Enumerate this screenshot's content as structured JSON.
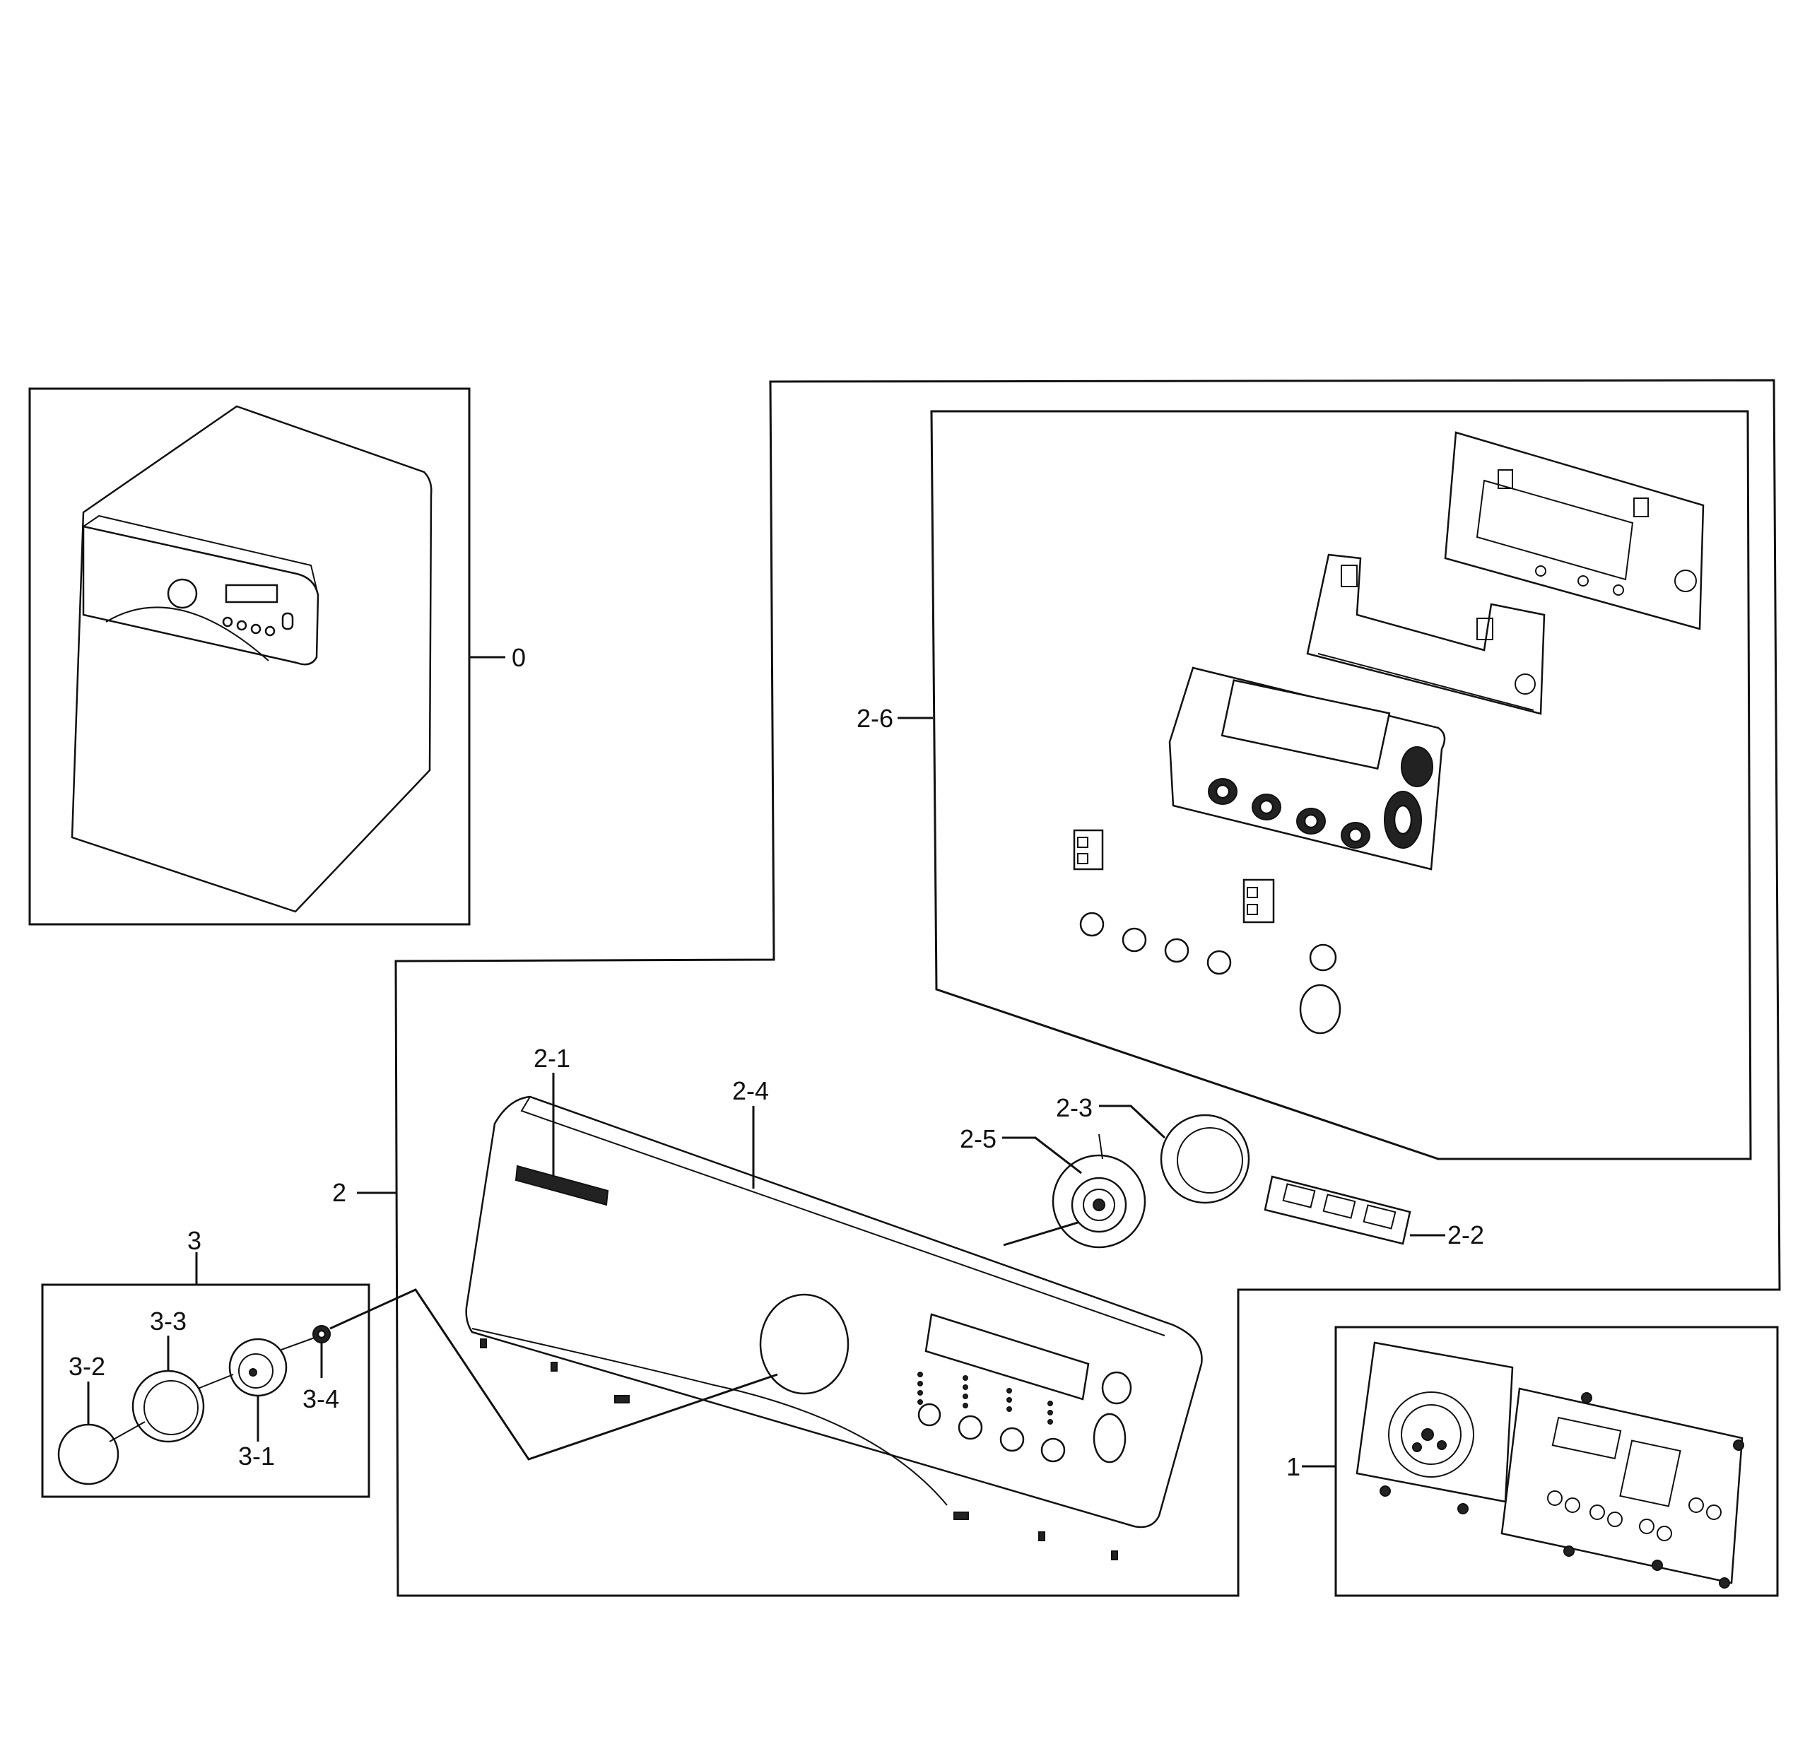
{
  "callouts": {
    "c0": "0",
    "c1": "1",
    "c2": "2",
    "c2_1": "2-1",
    "c2_2": "2-2",
    "c2_3": "2-3",
    "c2_4": "2-4",
    "c2_5": "2-5",
    "c2_6": "2-6",
    "c3": "3",
    "c3_1": "3-1",
    "c3_2": "3-2",
    "c3_3": "3-3",
    "c3_4": "3-4"
  }
}
